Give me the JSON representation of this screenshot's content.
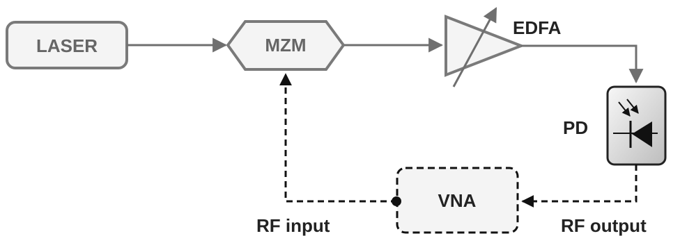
{
  "diagram": {
    "nodes": {
      "laser": "LASER",
      "mzm": "MZM",
      "edfa": "EDFA",
      "pd": "PD",
      "vna": "VNA"
    },
    "ports": {
      "rf_input": "RF input",
      "rf_output": "RF output"
    },
    "colors": {
      "optical_path": "#6f6f6f",
      "electrical_path": "#111111",
      "box_stroke": "#7a7a7a",
      "box_fill": "#f4f4f4",
      "box_text": "#666666"
    }
  }
}
